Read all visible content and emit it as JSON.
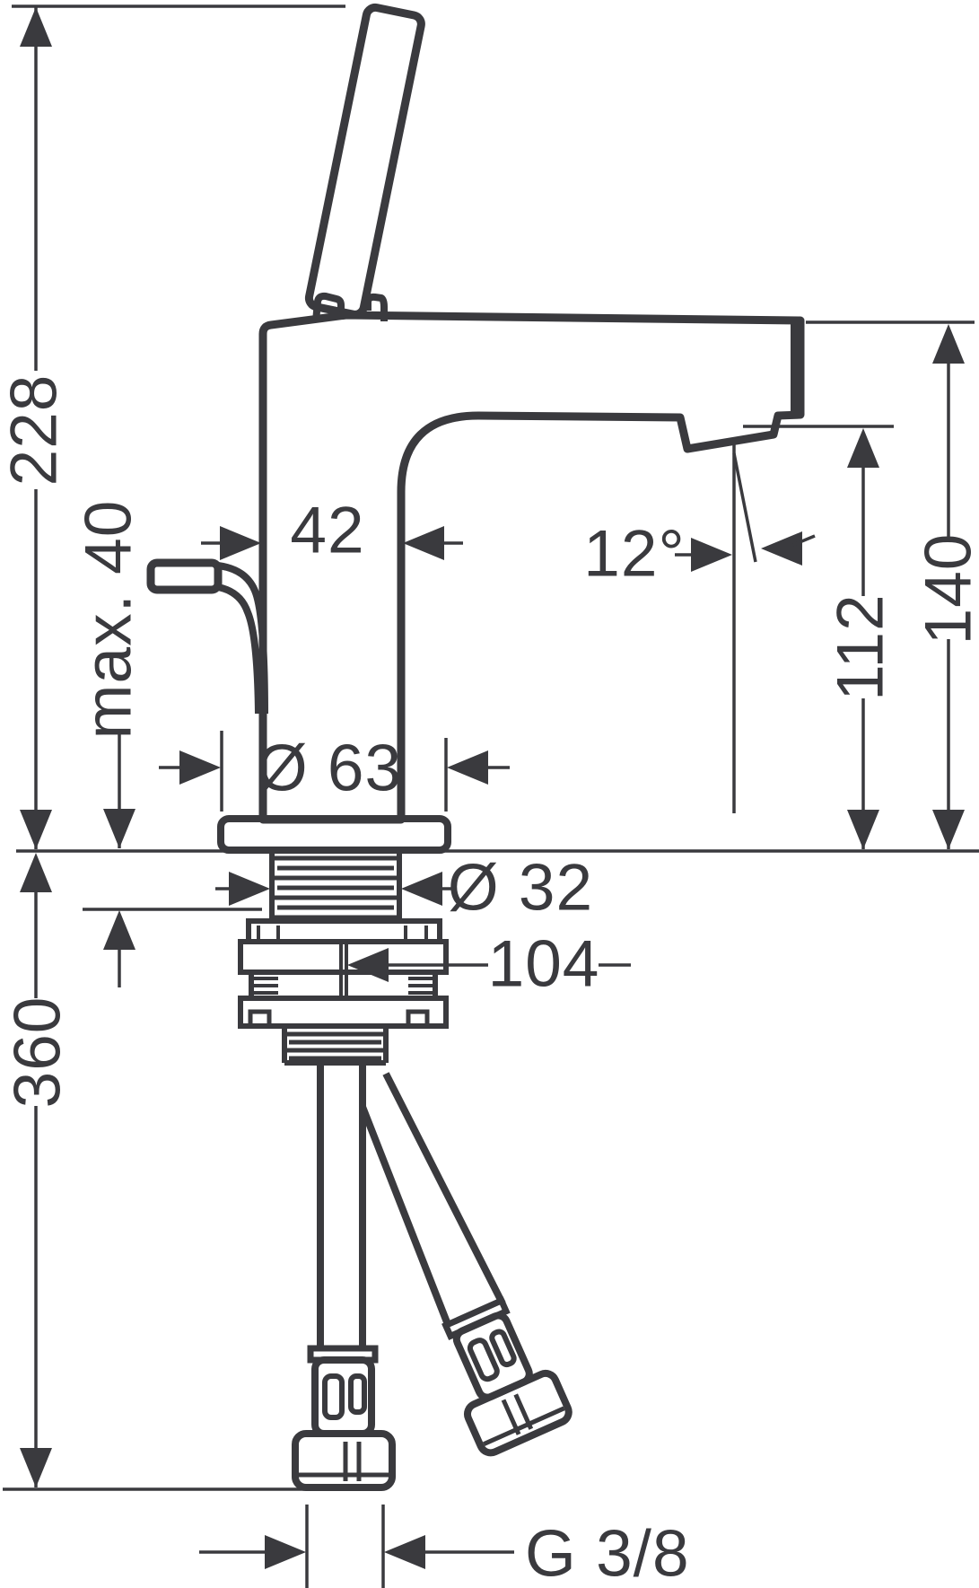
{
  "drawing": {
    "kind": "dimension-drawing",
    "labels": {
      "overall_height": "228",
      "deck_thickness": "max. 40",
      "body_width": "42",
      "spout_angle": "12°",
      "outlet_height": "112",
      "spout_top_height": "140",
      "base_diameter": "Ø 63",
      "shank_diameter": "Ø 32",
      "shank_length": "104",
      "hose_length": "360",
      "thread_size": "G 3/8"
    }
  },
  "colors": {
    "line": "#3a3a3e",
    "background": "#ffffff"
  }
}
